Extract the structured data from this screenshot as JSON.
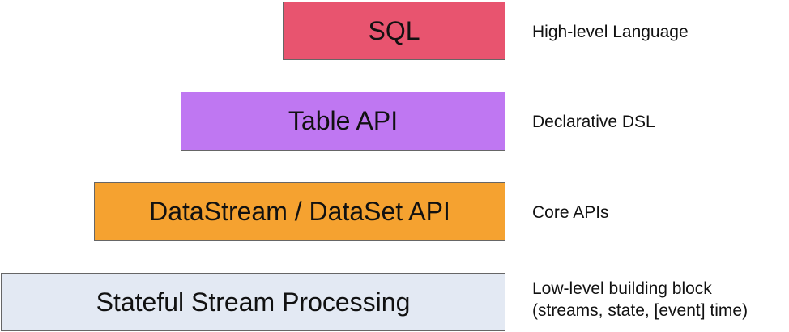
{
  "layers": [
    {
      "label": "SQL",
      "color": "#e8546f",
      "description": [
        "High-level Language"
      ]
    },
    {
      "label": "Table API",
      "color": "#bf77f2",
      "description": [
        "Declarative DSL"
      ]
    },
    {
      "label": "DataStream / DataSet API",
      "color": "#f5a230",
      "description": [
        "Core APIs"
      ]
    },
    {
      "label": "Stateful Stream Processing",
      "color": "#e3e9f3",
      "description": [
        "Low-level building block",
        "(streams, state, [event] time)"
      ]
    }
  ]
}
